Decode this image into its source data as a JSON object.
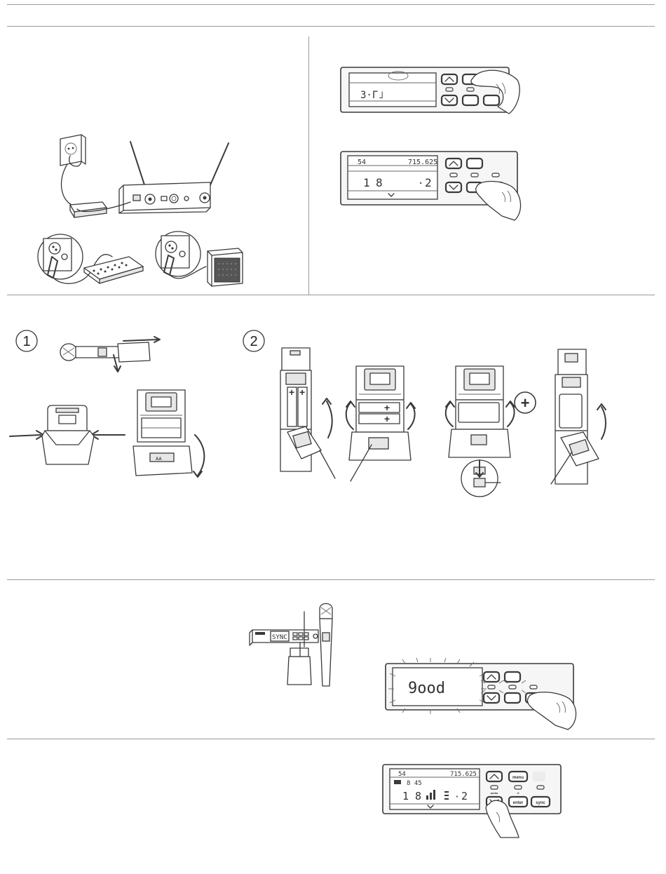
{
  "lcd": {
    "scan_channel": "3·Γ˩",
    "display2_group": "54",
    "display2_freq": "715.625",
    "display2_ch_left": "1",
    "display2_ch_mid": "8",
    "display2_dot": "·",
    "display2_ch_right": "2",
    "sync_text": "SYNC",
    "sync_result": "9ood",
    "display4_group": "54",
    "display4_freq": "715.625",
    "display4_timer": "8 45",
    "display4_ch_left": "1",
    "display4_ch_mid": "8",
    "display4_dot": "·",
    "display4_ch_right": "2"
  },
  "steps": {
    "step1": "1",
    "step2": "2"
  },
  "battery": {
    "plus": "+",
    "aa_label": "AA"
  },
  "buttons": {
    "menu": "menu",
    "enter": "enter",
    "sync": "sync",
    "audio": "audio",
    "rf": "rf"
  },
  "colors": {
    "line": "#3a3a3a",
    "rule": "#9a9a9a",
    "panel": "#f6f6f6"
  }
}
